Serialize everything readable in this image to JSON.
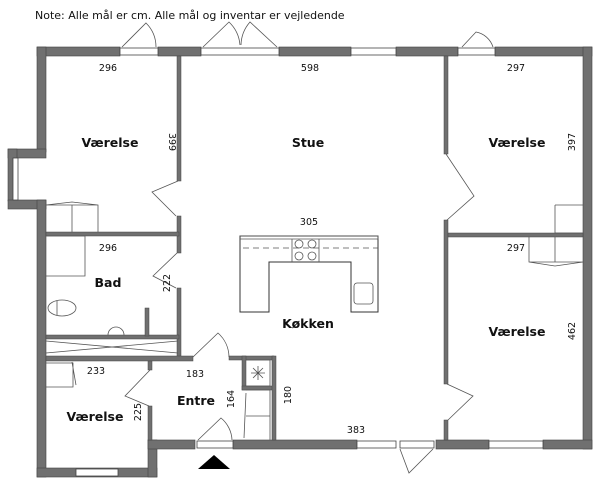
{
  "note": "Note: Alle mål er cm. Alle mål og inventar er vejledende",
  "rooms": {
    "vaerelse_nw": "Værelse",
    "stue": "Stue",
    "vaerelse_ne": "Værelse",
    "bad": "Bad",
    "koekken": "Køkken",
    "vaerelse_se": "Værelse",
    "entre": "Entre",
    "vaerelse_sw": "Værelse"
  },
  "dimensions": {
    "nw_width": "296",
    "nw_height": "399",
    "stue_width": "598",
    "ne_width": "297",
    "ne_height": "397",
    "kitchen_island": "305",
    "bad_width": "296",
    "bad_height": "222",
    "se_width": "297",
    "se_height": "462",
    "entre_width": "183",
    "entre_height": "164",
    "closet_height": "180",
    "sw_width": "233",
    "sw_height": "225",
    "kitchen_width": "383"
  }
}
